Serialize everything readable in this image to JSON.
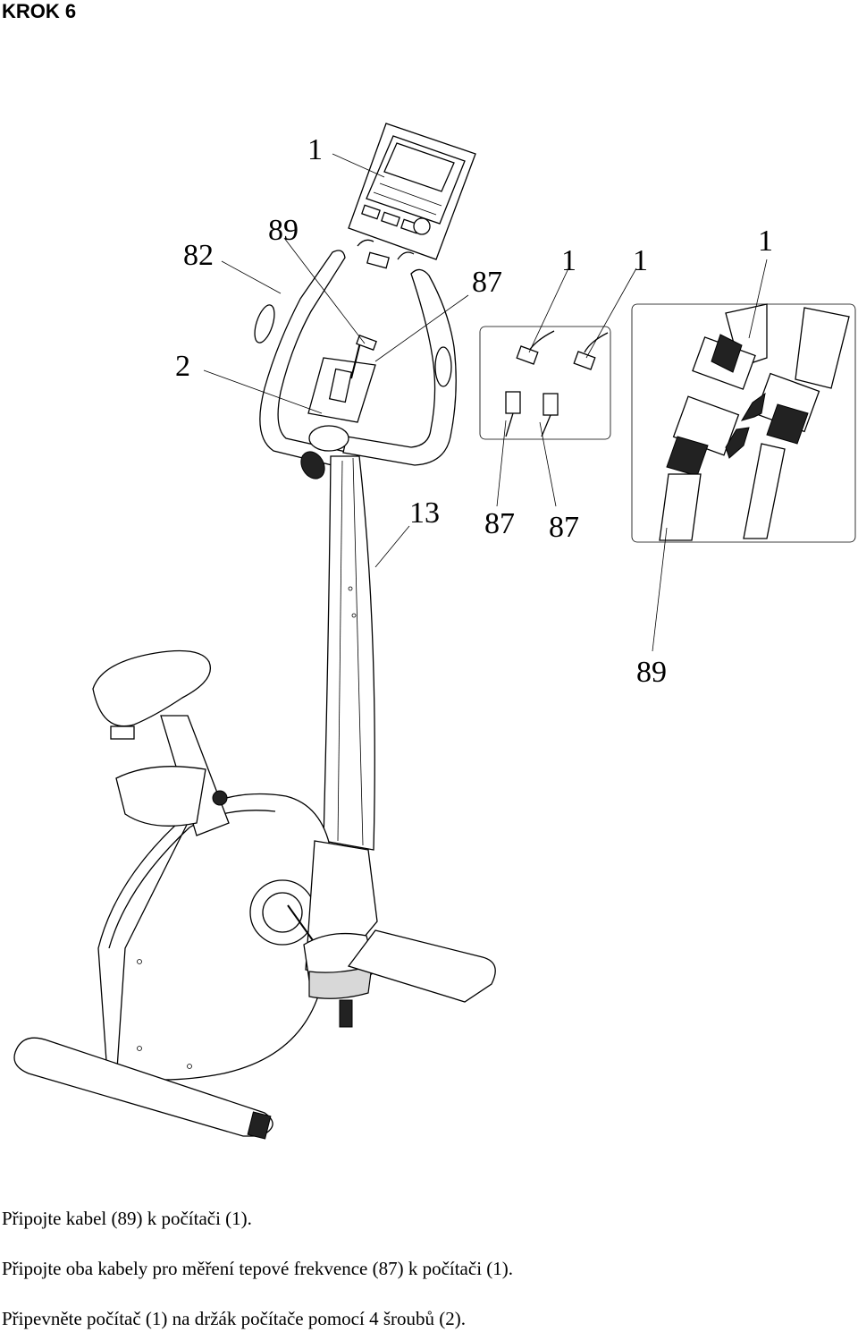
{
  "step": {
    "title": "KROK 6"
  },
  "callouts": {
    "computer_top": "1",
    "label_82": "82",
    "label_89_top": "89",
    "label_2": "2",
    "label_87_top": "87",
    "label_1_a": "1",
    "label_1_b": "1",
    "label_1_c": "1",
    "label_13": "13",
    "label_87_a": "87",
    "label_87_b": "87",
    "label_89_bottom": "89"
  },
  "instructions": [
    "Připojte kabel (89) k počítači (1).",
    "Připojte oba kabely pro měření tepové frekvence (87) k počítači (1).",
    "Připevněte počítač (1) na držák počítače pomocí 4 šroubů (2)."
  ]
}
